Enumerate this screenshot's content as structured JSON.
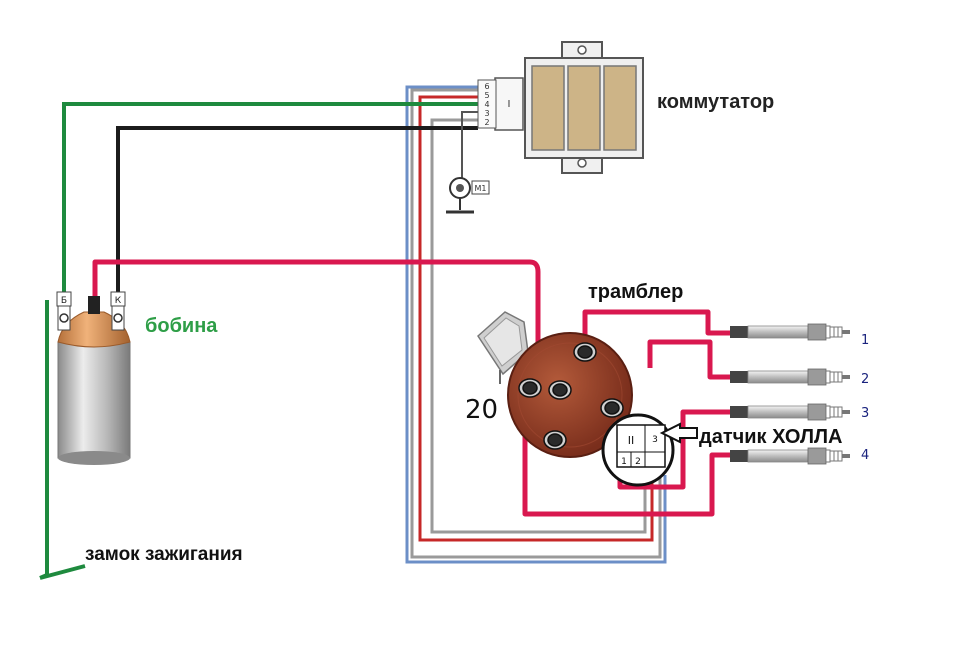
{
  "labels": {
    "commutator": "коммутатор",
    "coil": "бобина",
    "distributor": "трамблер",
    "hall_sensor": "датчик ХОЛЛА",
    "ignition_lock": "замок зажигания",
    "distributor_number": "20"
  },
  "coil_terminals": {
    "b": "Б",
    "k": "К"
  },
  "commutator_pins": [
    "6",
    "5",
    "4",
    "3",
    "2"
  ],
  "commutator_body_mark": "I",
  "motor_label": "М1",
  "hall_pins": [
    "II",
    "1",
    "2",
    "3"
  ],
  "plugs": [
    "1",
    "2",
    "3",
    "4"
  ],
  "colors": {
    "hv_wire": "#d9184f",
    "green_wire": "#1e8a3e",
    "black_wire": "#1c1c1c",
    "blue_wire": "#6c8fc7",
    "grey_wire": "#9a9a9a",
    "red_wire": "#c62828",
    "coil_label": "#2e9e47",
    "plug_number": "#1a237e",
    "distributor_cap": "#8e3a26",
    "commutator_body": "#cdb487"
  }
}
